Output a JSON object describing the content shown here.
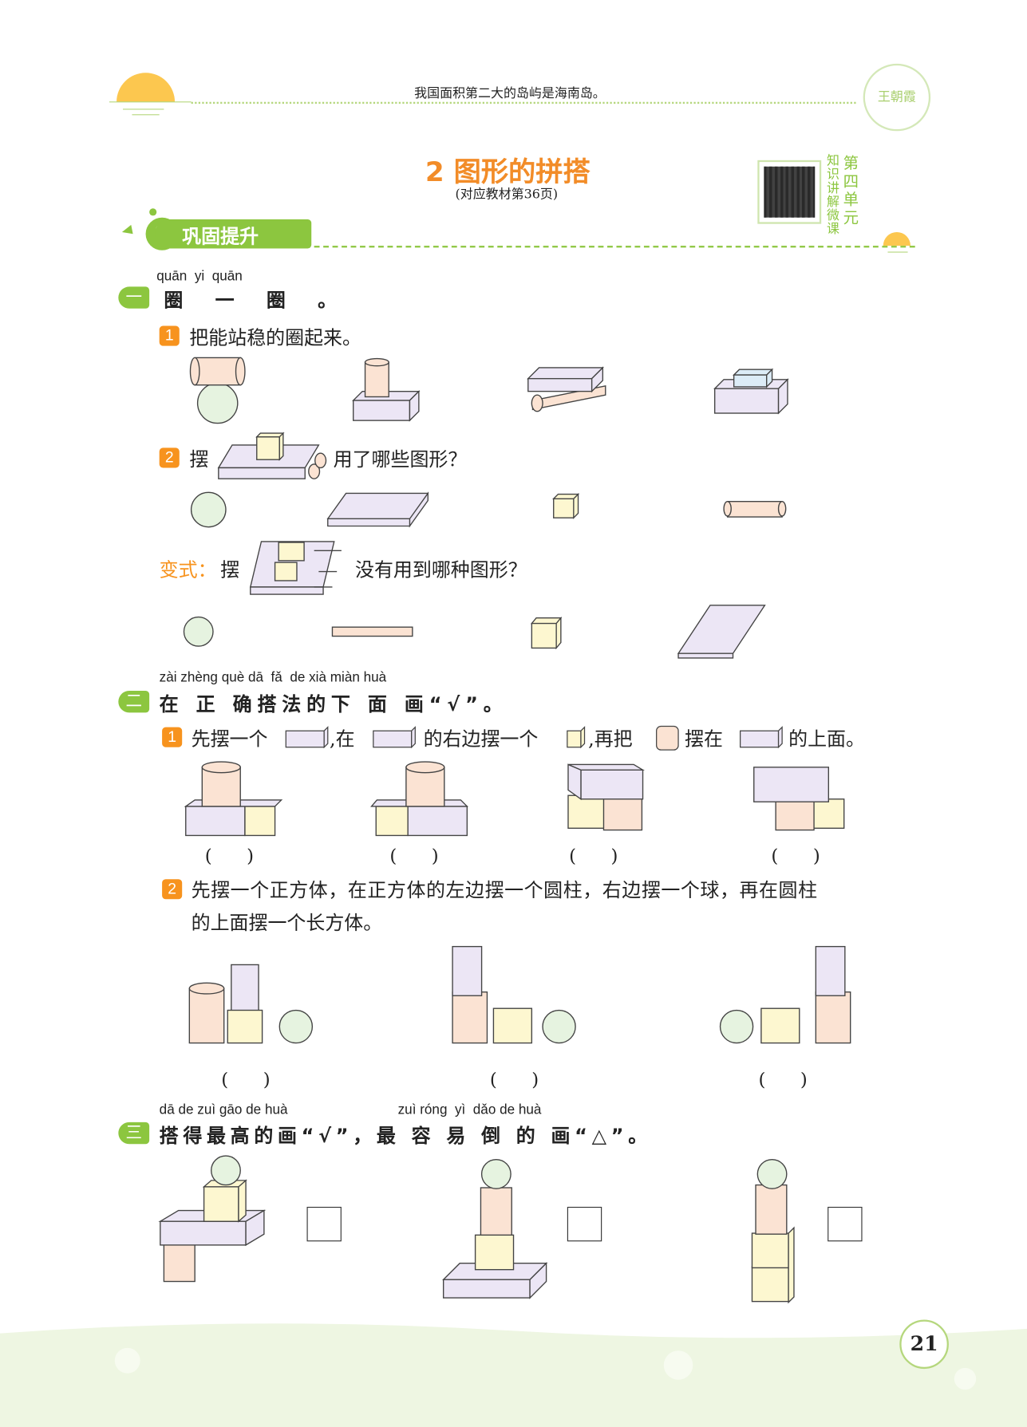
{
  "header": {
    "fact": "我国面积第二大的岛屿是海南岛。",
    "logo_text": "王朝霞"
  },
  "title": {
    "number": "2",
    "text": "图形的拼搭",
    "subtitle": "(对应教材第36页)"
  },
  "qr": {
    "label": "知识讲解微课",
    "unit": "第四单元"
  },
  "banner": {
    "label": "巩固提升"
  },
  "section1": {
    "badge": "一",
    "pinyin": "quān  yi  quān",
    "title": "圈 一 圈 。",
    "q1": {
      "num": "1",
      "text": "把能站稳的圈起来。"
    },
    "q2": {
      "num": "2",
      "pre": "摆",
      "post": "用了哪些图形？"
    },
    "variant": {
      "label": "变式：",
      "pre": "摆",
      "post": "没有用到哪种图形？"
    }
  },
  "section2": {
    "badge": "二",
    "pinyin": "zài zhèng què dā  fǎ  de xià miàn huà",
    "title": "在 正 确搭法的下 面 画“√”。",
    "q1": {
      "num": "1",
      "t1": "先摆一个",
      "t2": ",在",
      "t3": "的右边摆一个",
      "t4": ",再把",
      "t5": "摆在",
      "t6": "的上面。"
    },
    "q2": {
      "num": "2",
      "line1": "先摆一个正方体，在正方体的左边摆一个圆柱，右边摆一个球，再在圆柱",
      "line2": "的上面摆一个长方体。"
    },
    "paren": "(      )"
  },
  "section3": {
    "badge": "三",
    "pinyin1": "dā  de zuì gāo de huà",
    "pinyin2": "zuì róng  yì  dǎo de huà",
    "title": "搭得最高的画“√”，最 容 易 倒 的 画“△”。"
  },
  "page_number": "21",
  "colors": {
    "green": "#8cc63f",
    "orange": "#f7931e",
    "purple": "#ece6f5",
    "yellow": "#fdf7d0",
    "peach": "#fbe3d3",
    "sphere": "#e6f3e0"
  }
}
